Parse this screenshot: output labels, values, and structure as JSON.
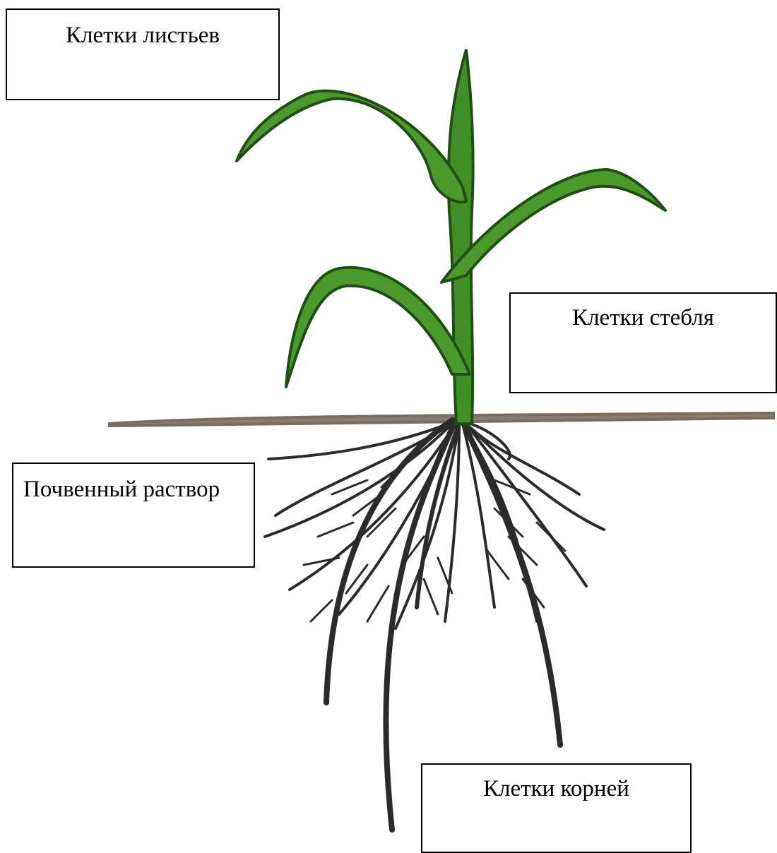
{
  "labels": {
    "leaf_cells": "Клетки листьев",
    "stem_cells": "Клетки стебля",
    "soil_solution": "Почвенный раствор",
    "root_cells": "Клетки корней"
  },
  "colors": {
    "leaf_fill": "#4a9a2c",
    "leaf_outline": "#1f4f12",
    "stem_fill": "#3f8f26",
    "soil_line": "#8a7d70",
    "roots": "#2b2b2b"
  }
}
